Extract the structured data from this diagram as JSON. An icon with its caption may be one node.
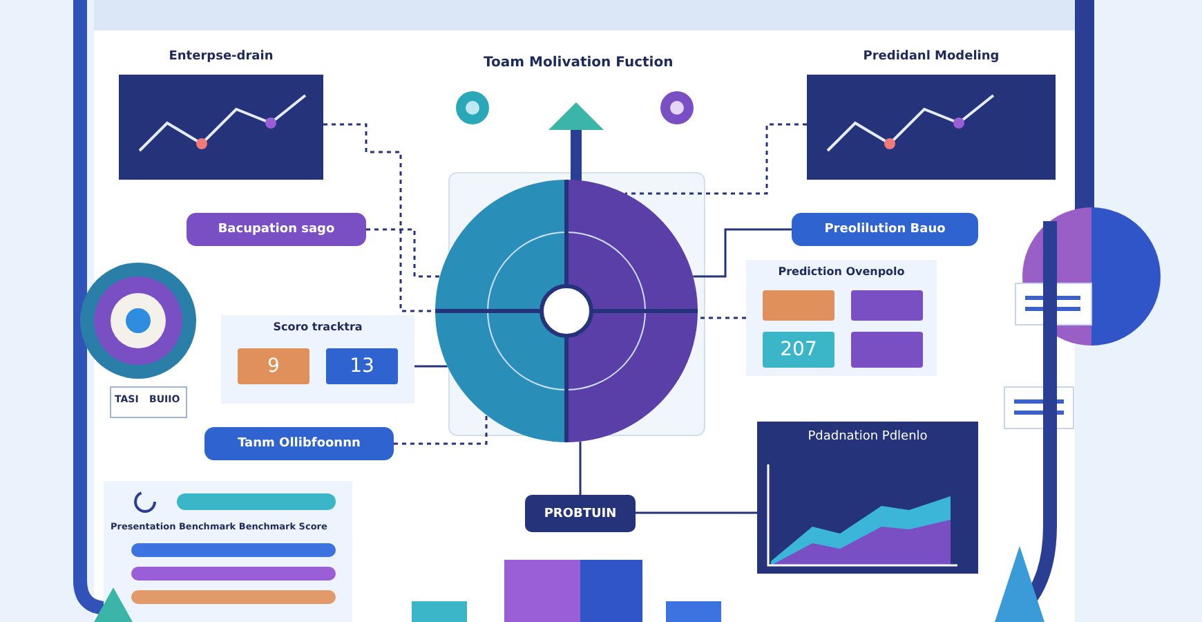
{
  "diagram": {
    "title": "Toam Molivation Fuction",
    "nodes": [
      {
        "text": [
          "Enterpse-drain"
        ]
      },
      {
        "text": [
          "Predidanl Modeling"
        ]
      },
      {
        "text": [
          "Bacupation sago"
        ]
      },
      {
        "text": [
          "Preolilution Bauo"
        ]
      },
      {
        "text": [],
        "shape": "circle"
      },
      {
        "text": [
          "Scoro tracktra",
          "9",
          "13"
        ]
      },
      {
        "text": [
          "Prediction Ovenpolo",
          "207"
        ]
      },
      {
        "text": [
          "Tanm Ollibfoonnn"
        ]
      },
      {
        "text": [
          "PROBTUIN"
        ]
      },
      {
        "text": [
          "Pdadnation Pdlenlo"
        ]
      }
    ],
    "edges": [
      {
        "from": 0,
        "to": 4,
        "arrow": "none",
        "style": "dashed"
      },
      {
        "from": 1,
        "to": 4,
        "arrow": "none",
        "style": "dashed"
      },
      {
        "from": 2,
        "to": 4,
        "arrow": "none",
        "style": "dashed"
      },
      {
        "from": 3,
        "to": 4,
        "arrow": "none"
      },
      {
        "from": 5,
        "to": 4,
        "arrow": "none"
      },
      {
        "from": 6,
        "to": 4,
        "arrow": "none",
        "style": "dashed"
      },
      {
        "from": 7,
        "to": 4,
        "arrow": "none",
        "style": "dashed"
      },
      {
        "from": 8,
        "to": 4,
        "arrow": "none"
      },
      {
        "from": 8,
        "to": 9,
        "arrow": "none"
      }
    ],
    "labels": [
      "TASI",
      "BUIIO",
      "Presentation Benchmark Benchmark Score"
    ]
  }
}
